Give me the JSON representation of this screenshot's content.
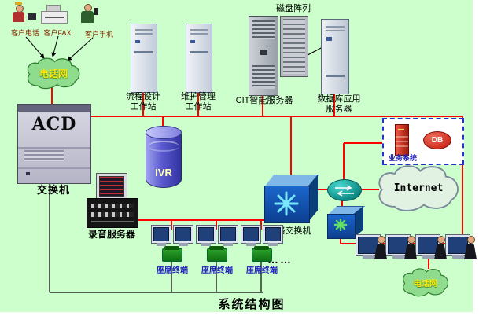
{
  "title": "系统结构图",
  "customers": {
    "phone": "客户电话",
    "fax": "客户FAX",
    "mobile": "客户手机"
  },
  "clouds": {
    "phone_net_top": "电话网",
    "phone_net_bottom": "电话网",
    "internet": "Internet"
  },
  "acd": {
    "name": "ACD",
    "caption": "交换机"
  },
  "ivr": "IVR",
  "workstations": [
    {
      "line1": "流程设计",
      "line2": "工作站"
    },
    {
      "line1": "维护管理",
      "line2": "工作站"
    }
  ],
  "servers": {
    "disk_array": "磁盘阵列",
    "cit": "CIT智能服务器",
    "db_app_line1": "数据库应用",
    "db_app_line2": "服务器",
    "recording": "录音服务器"
  },
  "business": {
    "caption": "业务系统",
    "db": "DB"
  },
  "network_switch": "网络交换机",
  "agent_terminals": [
    "座席终端",
    "座席终端",
    "座席终端"
  ],
  "ellipsis": "……",
  "colors": {
    "wire_red": "#ff0000",
    "wire_black": "#000000",
    "background": "#ccffcc"
  }
}
